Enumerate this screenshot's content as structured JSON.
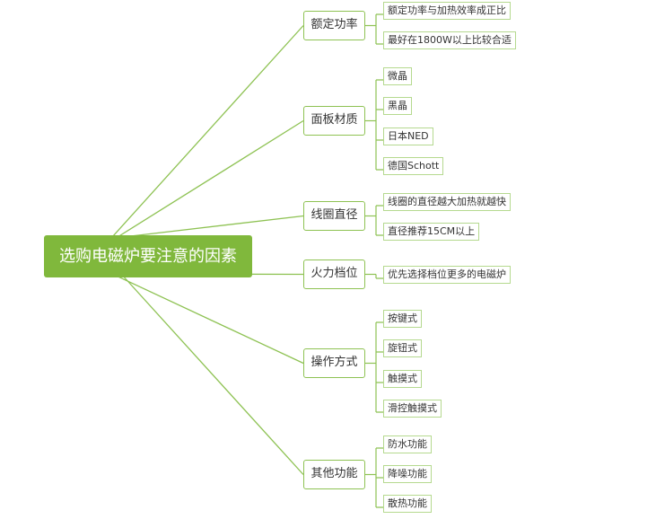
{
  "root": {
    "label": "选购电磁炉要注意的因素"
  },
  "branches": [
    {
      "label": "额定功率",
      "children": [
        "额定功率与加热效率成正比",
        "最好在1800W以上比较合适"
      ]
    },
    {
      "label": "面板材质",
      "children": [
        "微晶",
        "黑晶",
        "日本NED",
        "德国Schott"
      ]
    },
    {
      "label": "线圈直径",
      "children": [
        "线圈的直径越大加热就越快",
        "直径推荐15CM以上"
      ]
    },
    {
      "label": "火力档位",
      "children": [
        "优先选择档位更多的电磁炉"
      ]
    },
    {
      "label": "操作方式",
      "children": [
        "按键式",
        "旋钮式",
        "触摸式",
        "滑控触摸式"
      ]
    },
    {
      "label": "其他功能",
      "children": [
        "防水功能",
        "降噪功能",
        "散热功能"
      ]
    }
  ],
  "colors": {
    "root_fill": "#80b83c",
    "line": "#8ec253",
    "leaf_border": "#b5d98f"
  }
}
